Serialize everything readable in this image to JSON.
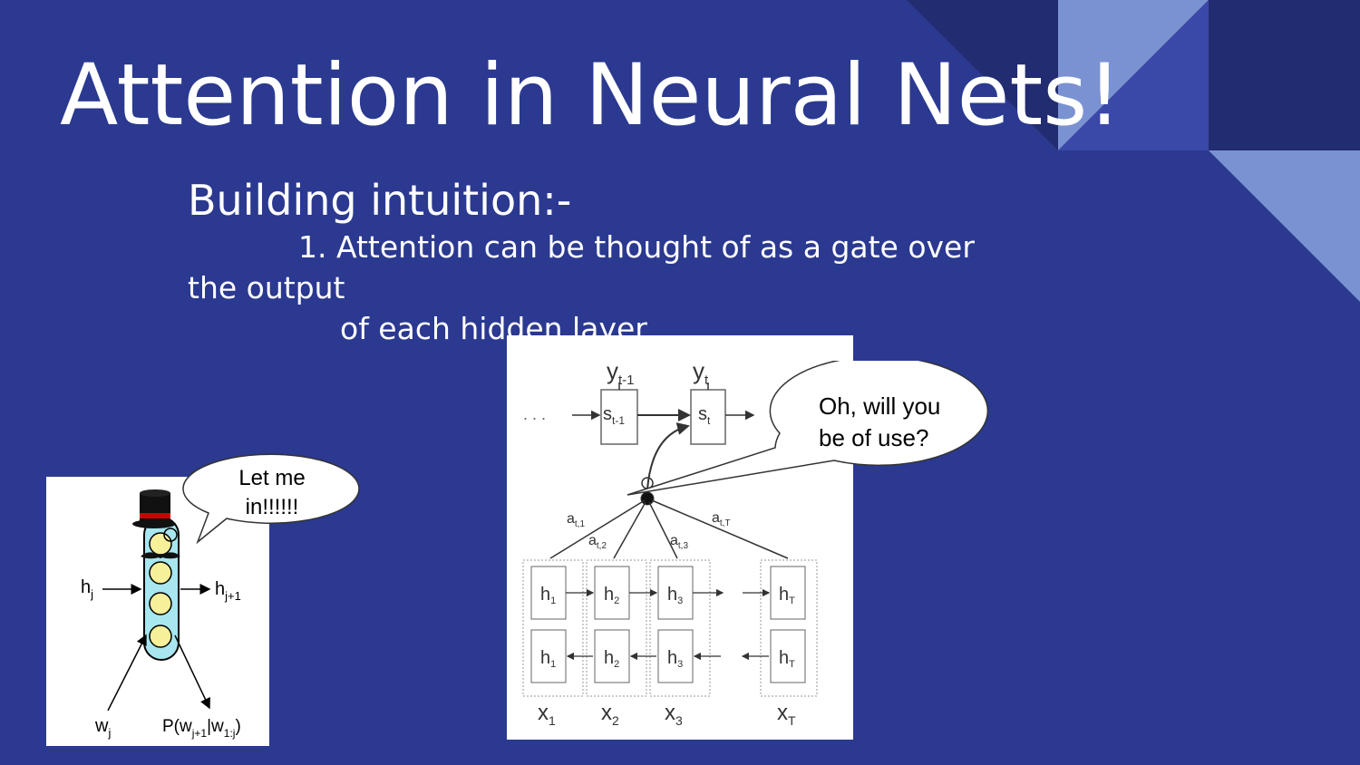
{
  "slide": {
    "title": "Attention in Neural Nets!",
    "subtitle": "Building intuition:-",
    "point_line1": "1. Attention can be thought of as a gate over",
    "point_line2": "the output",
    "point_line3": "of each hidden layer",
    "colors": {
      "background": "#2B3990",
      "accent_dark": "#222C70",
      "accent_light": "#7A92D1",
      "accent_mid": "#3A48A8"
    }
  },
  "left_diagram": {
    "speech_bubble": [
      "Let me",
      "in!!!!!!"
    ],
    "input_label": "h",
    "input_sub": "j",
    "output_label": "h",
    "output_sub": "j+1",
    "word_label": "w",
    "word_sub": "j",
    "prob_label": "P(w",
    "prob_sub1": "j+1",
    "prob_mid": "|w",
    "prob_sub2": "1:j",
    "prob_end": ")"
  },
  "right_diagram": {
    "speech_bubble": [
      "Oh, will you",
      "be of use?"
    ],
    "y_prev": "y",
    "y_prev_sub": "t-1",
    "y_curr": "y",
    "y_curr_sub": "t",
    "s_prev": "s",
    "s_prev_sub": "t-1",
    "s_curr": "s",
    "s_curr_sub": "t",
    "dots": ". . .",
    "alphas": [
      {
        "label": "a",
        "sub": "t,1"
      },
      {
        "label": "a",
        "sub": "t,2"
      },
      {
        "label": "a",
        "sub": "t,3"
      },
      {
        "label": "a",
        "sub": "t,T"
      }
    ],
    "hidden": [
      "1",
      "2",
      "3",
      "T"
    ],
    "h_label": "h",
    "x_label": "x",
    "inputs": [
      "1",
      "2",
      "3",
      "T"
    ]
  }
}
